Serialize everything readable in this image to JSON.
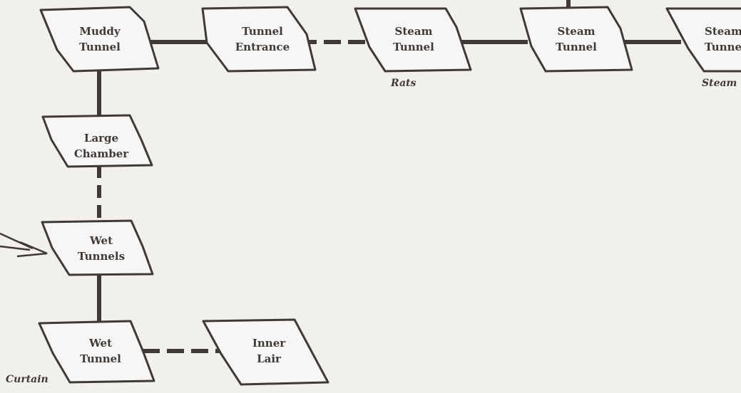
{
  "colors": {
    "background": "#f2f0ed",
    "ink": "#3d3a38"
  },
  "rooms": {
    "muddy_tunnel": [
      "Muddy",
      "Tunnel"
    ],
    "tunnel_entrance": [
      "Tunnel",
      "Entrance"
    ],
    "steam_tunnel_1": [
      "Steam",
      "Tunnel"
    ],
    "steam_tunnel_2": [
      "Steam",
      "Tunnel"
    ],
    "steam_tunnel_3": [
      "Steam",
      "Tunnel"
    ],
    "large_chamber": [
      "Large",
      "Chamber"
    ],
    "wet_tunnels": [
      "Wet",
      "Tunnels"
    ],
    "wet_tunnel": [
      "Wet",
      "Tunnel"
    ],
    "inner_lair": [
      "Inner",
      "Lair"
    ]
  },
  "notes": {
    "rats": "Rats",
    "steam": "Steam",
    "curtain": "Curtain"
  },
  "connections": [
    {
      "from": "muddy_tunnel",
      "to": "tunnel_entrance",
      "style": "solid"
    },
    {
      "from": "tunnel_entrance",
      "to": "steam_tunnel_1",
      "style": "dashed"
    },
    {
      "from": "steam_tunnel_1",
      "to": "steam_tunnel_2",
      "style": "solid"
    },
    {
      "from": "steam_tunnel_2",
      "to": "steam_tunnel_3",
      "style": "solid"
    },
    {
      "from": "muddy_tunnel",
      "to": "large_chamber",
      "style": "solid"
    },
    {
      "from": "large_chamber",
      "to": "wet_tunnels",
      "style": "dashed"
    },
    {
      "from": "wet_tunnels",
      "to": "wet_tunnel",
      "style": "solid"
    },
    {
      "from": "wet_tunnel",
      "to": "inner_lair",
      "style": "dashed"
    },
    {
      "from": "steam_tunnel_2",
      "to": "off-map-north",
      "style": "solid"
    },
    {
      "from": "wet_tunnels",
      "to": "off-map-west",
      "style": "arrow"
    }
  ]
}
